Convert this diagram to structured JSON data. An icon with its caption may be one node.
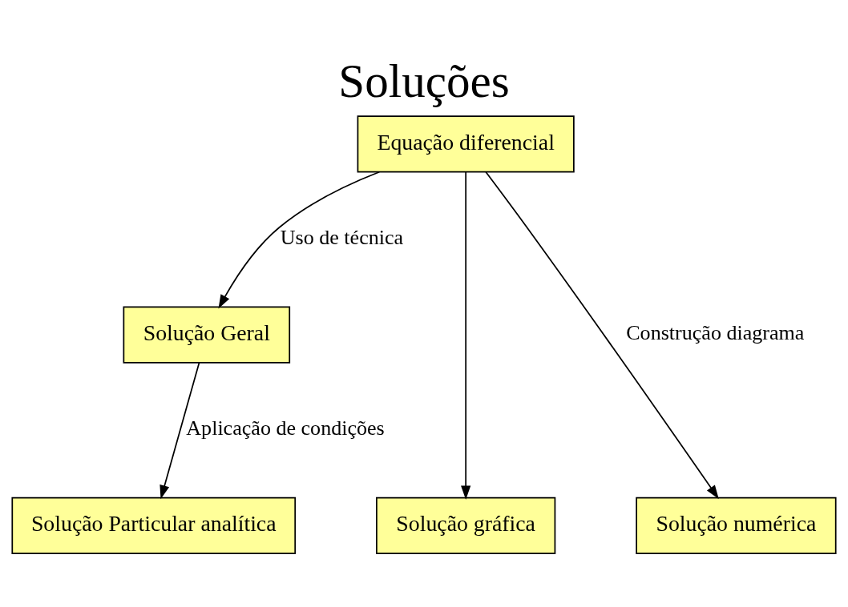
{
  "diagram": {
    "title": "Soluções",
    "nodes": [
      {
        "text": [
          "Equação diferencial"
        ]
      },
      {
        "text": [
          "Solução Geral"
        ]
      },
      {
        "text": [
          "Solução Particular analítica"
        ]
      },
      {
        "text": [
          "Solução gráfica"
        ]
      },
      {
        "text": [
          "Solução numérica"
        ]
      }
    ],
    "edges": [
      {
        "from": 0,
        "to": 1,
        "arrow": "to",
        "label": "Uso de técnica"
      },
      {
        "from": 1,
        "to": 2,
        "arrow": "to",
        "label": "Aplicação de condições"
      },
      {
        "from": 0,
        "to": 3,
        "arrow": "to"
      },
      {
        "from": 0,
        "to": 4,
        "arrow": "to",
        "label": "Construção diagrama"
      }
    ]
  }
}
